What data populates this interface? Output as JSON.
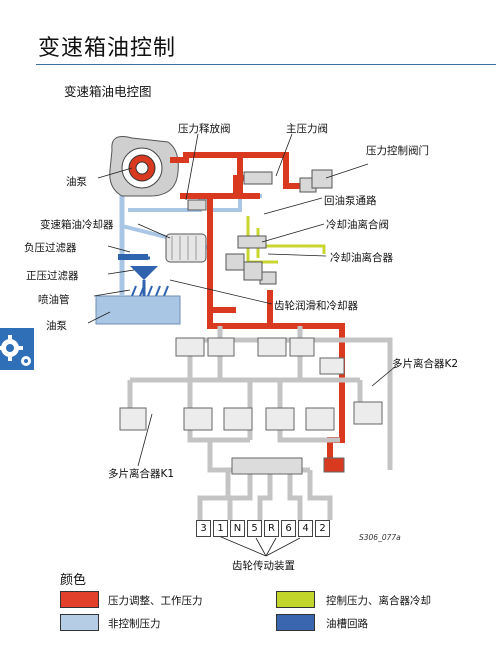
{
  "page": {
    "title": "变速箱油控制",
    "subtitle": "变速箱油电控图",
    "figure_code": "S306_077a"
  },
  "labels": {
    "oil_pump_top": "油泵",
    "pressure_relief_valve": "压力释放阀",
    "main_pressure_valve": "主压力阀",
    "pressure_control_valve": "压力控制阀门",
    "return_pump_passage": "回油泵通路",
    "gearbox_oil_cooler": "变速箱油冷却器",
    "cooling_oil_clutch_valve": "冷却油离合阀",
    "suction_filter": "负压过滤器",
    "cooling_oil_clutch": "冷却油离合器",
    "pressure_filter": "正压过滤器",
    "spray_pipe": "喷油管",
    "gear_lube_cooler": "齿轮润滑和冷却器",
    "oil_pump_bottom": "油泵",
    "multi_plate_clutch_k2": "多片离合器K2",
    "multi_plate_clutch_k1": "多片离合器K1",
    "gear_actuators": "齿轮传动装置"
  },
  "gear_positions": [
    "3",
    "1",
    "N",
    "5",
    "R",
    "6",
    "4",
    "2"
  ],
  "legend": {
    "title": "颜色",
    "items": [
      {
        "label": "压力调整、工作压力",
        "color": "#e2402a"
      },
      {
        "label": "控制压力、离合器冷却",
        "color": "#c2d52a"
      },
      {
        "label": "非控制压力",
        "color": "#b6cde6"
      },
      {
        "label": "油槽回路",
        "color": "#3a66b0"
      }
    ]
  },
  "colors": {
    "red_line": "#d8391f",
    "light_blue": "#a9c6e4",
    "yellow_green": "#c8d62e",
    "dark_blue": "#2f63ad",
    "grey": "#c9c9c9"
  }
}
